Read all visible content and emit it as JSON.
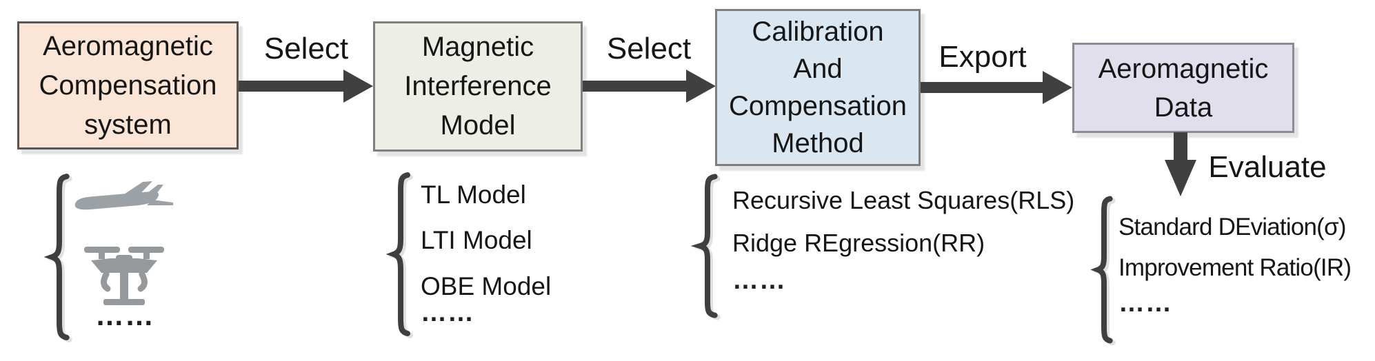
{
  "diagram": {
    "background": "#ffffff",
    "arrow_color": "#404040",
    "brace_color": "#3f3f3f",
    "text_color": "#161616",
    "boxes": [
      {
        "lines": [
          "Aeromagnetic",
          "Compensation",
          "system"
        ],
        "fill": "#FBE5D6",
        "border": "#565656"
      },
      {
        "lines": [
          "Magnetic",
          "Interference",
          "Model"
        ],
        "fill": "#EDEFE7",
        "border": "#7F7F7F"
      },
      {
        "lines": [
          "Calibration",
          "And",
          "Compensation",
          "Method"
        ],
        "fill": "#DAE7F1",
        "border": "#7F7F7F"
      },
      {
        "lines": [
          "Aeromagnetic",
          "Data"
        ],
        "fill": "#E2DFEC",
        "border": "#8C8C99"
      }
    ],
    "arrows": [
      {
        "label": "Select",
        "direction": "right"
      },
      {
        "label": "Select",
        "direction": "right"
      },
      {
        "label": "Export",
        "direction": "right"
      },
      {
        "label": "Evaluate",
        "direction": "down"
      }
    ],
    "lists": [
      {
        "icons": [
          "airplane",
          "drone"
        ],
        "ellipsis": "……"
      },
      {
        "items": [
          "TL Model",
          "LTI Model",
          "OBE Model"
        ],
        "ellipsis": "……"
      },
      {
        "items": [
          "Recursive Least Squares(RLS)",
          "Ridge REgression(RR)"
        ],
        "ellipsis": "……"
      },
      {
        "items": [
          "Standard DEviation(σ)",
          "Improvement Ratio(IR)"
        ],
        "ellipsis": "……"
      }
    ],
    "icon_colors": {
      "airplane": "#9ba1a4",
      "drone": "#96999b"
    }
  }
}
